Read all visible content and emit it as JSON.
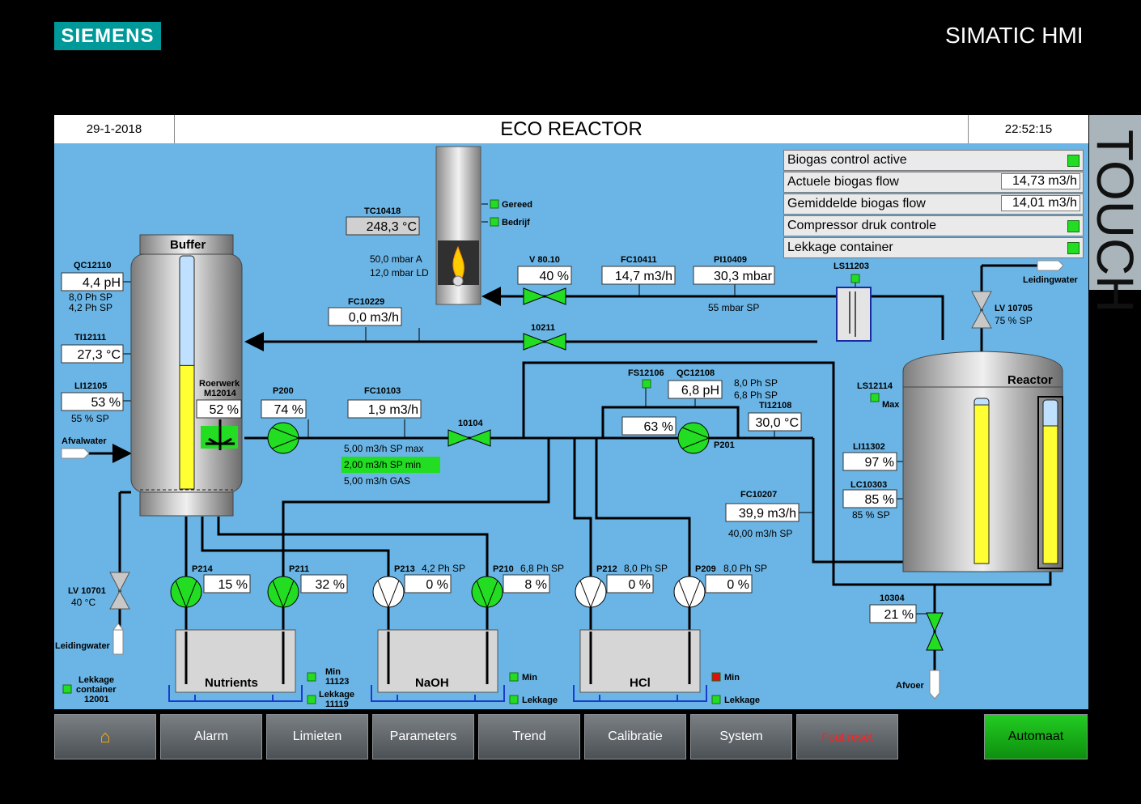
{
  "brand": {
    "logo": "SIEMENS",
    "product": "SIMATIC HMI",
    "touch": "TOUCH"
  },
  "header": {
    "date": "29-1-2018",
    "title": "ECO REACTOR",
    "time": "22:52:15"
  },
  "status": [
    {
      "label": "Biogas control active",
      "type": "led"
    },
    {
      "label": "Actuele biogas flow",
      "value": "14,73 m3/h"
    },
    {
      "label": "Gemiddelde biogas flow",
      "value": "14,01 m3/h"
    },
    {
      "label": "Compressor druk controle",
      "type": "led"
    },
    {
      "label": "Lekkage container",
      "type": "led"
    }
  ],
  "flare": {
    "tag": "TC10418",
    "temp": "248,3 °C",
    "gereed": "Gereed",
    "bedrijf": "Bedrijf",
    "press_a": "50,0 mbar A",
    "press_ld": "12,0 mbar LD"
  },
  "buffer": {
    "name": "Buffer",
    "qc_tag": "QC12110",
    "qc_val": "4,4 pH",
    "qc_sp1": "8,0 Ph SP",
    "qc_sp2": "4,2 Ph SP",
    "ti_tag": "TI12111",
    "ti_val": "27,3 °C",
    "li_tag": "LI12105",
    "li_val": "53 %",
    "li_sp": "55 % SP",
    "level_pct": 53,
    "afvalwater": "Afvalwater",
    "mixer_tag": "Roerwerk",
    "mixer_id": "M12014",
    "mixer_val": "52 %"
  },
  "lines": {
    "v8010_tag": "V 80.10",
    "v8010_val": "40 %",
    "fc10411_tag": "FC10411",
    "fc10411_val": "14,7 m3/h",
    "pi10409_tag": "PI10409",
    "pi10409_val": "30,3 mbar",
    "pi10409_sp": "55 mbar SP",
    "fc10229_tag": "FC10229",
    "fc10229_val": "0,0 m3/h",
    "v10211_tag": "10211",
    "ls11203_tag": "LS11203",
    "p200_tag": "P200",
    "p200_val": "74 %",
    "fc10103_tag": "FC10103",
    "fc10103_val": "1,9 m3/h",
    "fc10103_sp1": "5,00 m3/h SP max",
    "fc10103_sp2": "2,00 m3/h SP min",
    "fc10103_sp3": "5,00 m3/h GAS",
    "v10104_tag": "10104",
    "fs12106_tag": "FS12106",
    "qc12108_tag": "QC12108",
    "qc12108_val": "6,8 pH",
    "qc12108_sp1": "8,0 Ph SP",
    "qc12108_sp2": "6,8 Ph SP",
    "p201_val": "63 %",
    "p201_tag": "P201",
    "ti12108_tag": "TI12108",
    "ti12108_val": "30,0 °C",
    "fc10207_tag": "FC10207",
    "fc10207_val": "39,9 m3/h",
    "fc10207_sp": "40,00 m3/h SP",
    "leidingwater_r": "Leidingwater",
    "lv10705_tag": "LV 10705",
    "lv10705_sp": "75 % SP",
    "lv10701_tag": "LV 10701",
    "lv10701_sp": "40  °C",
    "leidingwater_l": "Leidingwater",
    "v10304_tag": "10304",
    "v10304_val": "21 %",
    "afvoer": "Afvoer"
  },
  "reactor": {
    "name": "Reactor",
    "ls12114_tag": "LS12114",
    "ls12114_max": "Max",
    "li11302_tag": "LI11302",
    "li11302_val": "97 %",
    "lc10303_tag": "LC10303",
    "lc10303_val": "85 %",
    "lc10303_sp": "85 % SP",
    "level1_pct": 97,
    "level2_pct": 85
  },
  "dosing": [
    {
      "pump": "P214",
      "val": "15 %",
      "sp": "",
      "on": true
    },
    {
      "pump": "P211",
      "val": "32 %",
      "sp": "",
      "on": true
    },
    {
      "pump": "P213",
      "val": "0 %",
      "sp": "4,2 Ph SP",
      "on": false
    },
    {
      "pump": "P210",
      "val": "8 %",
      "sp": "6,8 Ph SP",
      "on": true
    },
    {
      "pump": "P212",
      "val": "0 %",
      "sp": "8,0 Ph SP",
      "on": false
    },
    {
      "pump": "P209",
      "val": "0 %",
      "sp": "8,0 Ph SP",
      "on": false
    }
  ],
  "tanks": {
    "nutrients": "Nutrients",
    "naoh": "NaOH",
    "hcl": "HCl",
    "min": "Min",
    "lekkage": "Lekkage",
    "nut_min_id": "11123",
    "nut_lek_id": "11119",
    "leak_cont": "Lekkage",
    "leak_cont2": "container",
    "leak_cont_id": "12001"
  },
  "colors": {
    "led_on": "#22dd22",
    "led_alarm": "#e01010",
    "level": "#ffff33",
    "pump_on": "#22dd22",
    "background": "#6ab5e6"
  },
  "nav": {
    "home_icon": "home-icon",
    "alarm": "Alarm",
    "limieten": "Limieten",
    "parameters": "Parameters",
    "trend": "Trend",
    "calibratie": "Calibratie",
    "system": "System",
    "fout_reset": "Fout reset",
    "automaat": "Automaat"
  }
}
